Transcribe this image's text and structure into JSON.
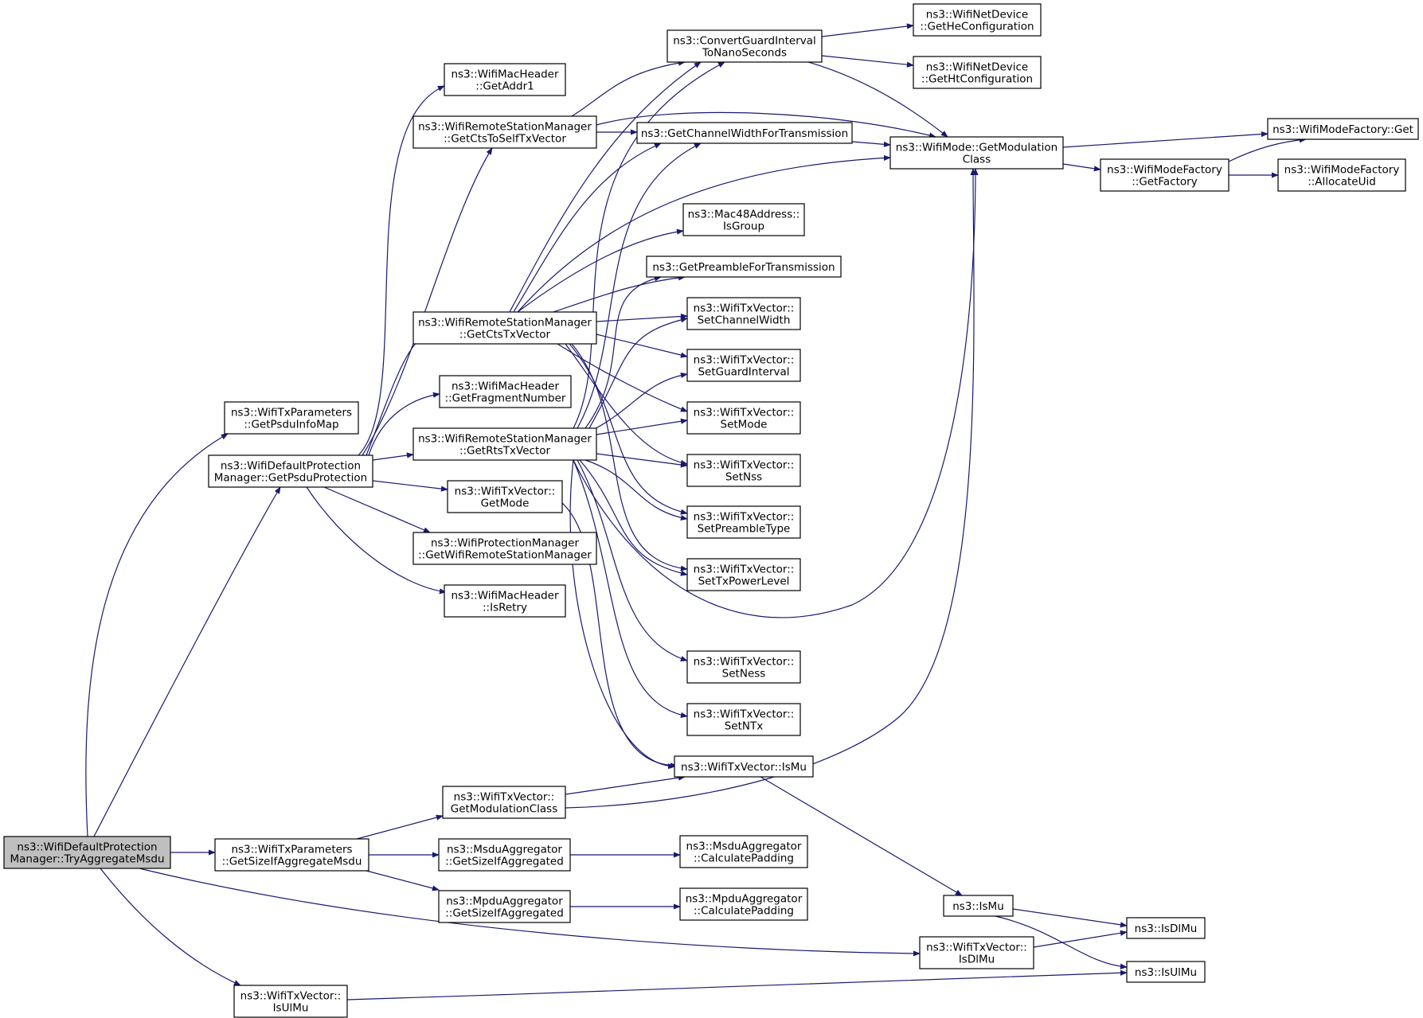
{
  "graph": {
    "colors": {
      "edge": "#191970",
      "node_fill": "#ffffff",
      "root_fill": "#bfbfbf",
      "border": "#000000"
    },
    "nodes": [
      {
        "id": "root",
        "lines": [
          "ns3::WifiDefaultProtection",
          "Manager::TryAggregateMsdu"
        ],
        "root": true
      },
      {
        "id": "getPsduInfoMap",
        "lines": [
          "ns3::WifiTxParameters",
          "::GetPsduInfoMap"
        ]
      },
      {
        "id": "getPsduProtection",
        "lines": [
          "ns3::WifiDefaultProtection",
          "Manager::GetPsduProtection"
        ]
      },
      {
        "id": "getSizeIfAggMsdu",
        "lines": [
          "ns3::WifiTxParameters",
          "::GetSizeIfAggregateMsdu"
        ]
      },
      {
        "id": "txvIsUlMu",
        "lines": [
          "ns3::WifiTxVector::",
          "IsUlMu"
        ]
      },
      {
        "id": "getAddr1",
        "lines": [
          "ns3::WifiMacHeader",
          "::GetAddr1"
        ]
      },
      {
        "id": "getCtsToSelf",
        "lines": [
          "ns3::WifiRemoteStationManager",
          "::GetCtsToSelfTxVector"
        ]
      },
      {
        "id": "getCts",
        "lines": [
          "ns3::WifiRemoteStationManager",
          "::GetCtsTxVector"
        ]
      },
      {
        "id": "getFragNum",
        "lines": [
          "ns3::WifiMacHeader",
          "::GetFragmentNumber"
        ]
      },
      {
        "id": "getRts",
        "lines": [
          "ns3::WifiRemoteStationManager",
          "::GetRtsTxVector"
        ]
      },
      {
        "id": "txvGetMode",
        "lines": [
          "ns3::WifiTxVector::",
          "GetMode"
        ]
      },
      {
        "id": "getWrsm",
        "lines": [
          "ns3::WifiProtectionManager",
          "::GetWifiRemoteStationManager"
        ]
      },
      {
        "id": "isRetry",
        "lines": [
          "ns3::WifiMacHeader",
          "::IsRetry"
        ]
      },
      {
        "id": "txvGetModClass",
        "lines": [
          "ns3::WifiTxVector::",
          "GetModulationClass"
        ]
      },
      {
        "id": "msduGetSize",
        "lines": [
          "ns3::MsduAggregator",
          "::GetSizeIfAggregated"
        ]
      },
      {
        "id": "mpduGetSize",
        "lines": [
          "ns3::MpduAggregator",
          "::GetSizeIfAggregated"
        ]
      },
      {
        "id": "convertGI",
        "lines": [
          "ns3::ConvertGuardInterval",
          "ToNanoSeconds"
        ]
      },
      {
        "id": "getCWft",
        "lines": [
          "ns3::GetChannelWidthForTransmission"
        ]
      },
      {
        "id": "mac48IsGroup",
        "lines": [
          "ns3::Mac48Address::",
          "IsGroup"
        ]
      },
      {
        "id": "getPreambleFt",
        "lines": [
          "ns3::GetPreambleForTransmission"
        ]
      },
      {
        "id": "setChannelWidth",
        "lines": [
          "ns3::WifiTxVector::",
          "SetChannelWidth"
        ]
      },
      {
        "id": "setGI",
        "lines": [
          "ns3::WifiTxVector::",
          "SetGuardInterval"
        ]
      },
      {
        "id": "setMode",
        "lines": [
          "ns3::WifiTxVector::",
          "SetMode"
        ]
      },
      {
        "id": "setNss",
        "lines": [
          "ns3::WifiTxVector::",
          "SetNss"
        ]
      },
      {
        "id": "setPreambleType",
        "lines": [
          "ns3::WifiTxVector::",
          "SetPreambleType"
        ]
      },
      {
        "id": "setTxPowerLevel",
        "lines": [
          "ns3::WifiTxVector::",
          "SetTxPowerLevel"
        ]
      },
      {
        "id": "setNess",
        "lines": [
          "ns3::WifiTxVector::",
          "SetNess"
        ]
      },
      {
        "id": "setNTx",
        "lines": [
          "ns3::WifiTxVector::",
          "SetNTx"
        ]
      },
      {
        "id": "txvIsMu",
        "lines": [
          "ns3::WifiTxVector::IsMu"
        ]
      },
      {
        "id": "msduCalcPad",
        "lines": [
          "ns3::MsduAggregator",
          "::CalculatePadding"
        ]
      },
      {
        "id": "mpduCalcPad",
        "lines": [
          "ns3::MpduAggregator",
          "::CalculatePadding"
        ]
      },
      {
        "id": "getHeConfig",
        "lines": [
          "ns3::WifiNetDevice",
          "::GetHeConfiguration"
        ]
      },
      {
        "id": "getHtConfig",
        "lines": [
          "ns3::WifiNetDevice",
          "::GetHtConfiguration"
        ]
      },
      {
        "id": "modeGetModClass",
        "lines": [
          "ns3::WifiMode::GetModulation",
          "Class"
        ]
      },
      {
        "id": "nsIsMu",
        "lines": [
          "ns3::IsMu"
        ]
      },
      {
        "id": "txvIsDlMu",
        "lines": [
          "ns3::WifiTxVector::",
          "IsDlMu"
        ]
      },
      {
        "id": "nsIsDlMu",
        "lines": [
          "ns3::IsDlMu"
        ]
      },
      {
        "id": "nsIsUlMu",
        "lines": [
          "ns3::IsUlMu"
        ]
      },
      {
        "id": "factoryGet",
        "lines": [
          "ns3::WifiModeFactory::Get"
        ]
      },
      {
        "id": "getFactory",
        "lines": [
          "ns3::WifiModeFactory",
          "::GetFactory"
        ]
      },
      {
        "id": "allocateUid",
        "lines": [
          "ns3::WifiModeFactory",
          "::AllocateUid"
        ]
      }
    ]
  }
}
